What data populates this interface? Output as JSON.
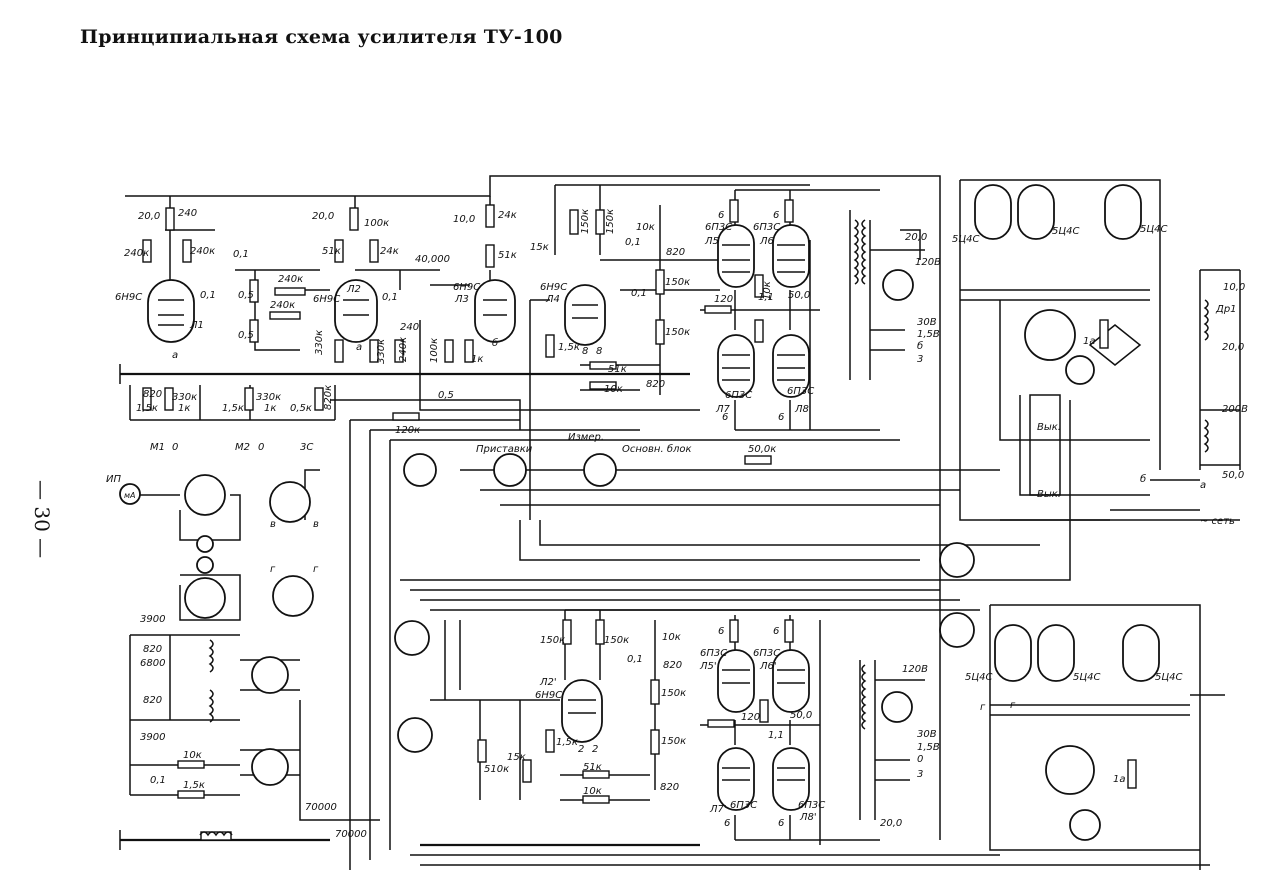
{
  "title": "Принципиальная схема усилителя ТУ-100",
  "page_number": "— 30 —",
  "labels": {
    "upper_left": [
      "20,0",
      "240",
      "240к",
      "240к",
      "6Н9С",
      "Л1",
      "а",
      "0,1",
      "0,1",
      "0,5",
      "0,5",
      "240к",
      "240к",
      "820",
      "1,5к",
      "330к",
      "1к",
      "М1",
      "0"
    ],
    "upper_mid": [
      "20,0",
      "100к",
      "51к",
      "24к",
      "Л2",
      "6Н9С",
      "а",
      "0,1",
      "330к",
      "330к",
      "240",
      "240к",
      "40,000",
      "1,5к",
      "330к",
      "1к",
      "М2",
      "0",
      "0,5к",
      "820к",
      "3С"
    ],
    "upper_stage3": [
      "10,0",
      "24к",
      "51к",
      "6Н9С",
      "Л3",
      "100к",
      "1к",
      "б",
      "0,5",
      "120к"
    ],
    "upper_driver": [
      "15к",
      "150к",
      "150к",
      "10к",
      "0,1",
      "820",
      "6Н9С",
      "Л4",
      "150к",
      "150к",
      "1,5к",
      "8",
      "8",
      "51к",
      "10к",
      "820",
      "0,1"
    ],
    "upper_output": [
      "6",
      "6",
      "6П3С",
      "6П3С",
      "Л5",
      "Л6",
      "120",
      "10к",
      "1,1",
      "50,0",
      "6П3С",
      "6П3С",
      "Л7",
      "Л8",
      "6",
      "6"
    ],
    "upper_transformer": [
      "20,0",
      "120В",
      "30В",
      "1,5В",
      "б",
      "3"
    ],
    "upper_power": [
      "5Ц4С",
      "5Ц4С",
      "5Ц4С",
      "10,0",
      "Др1",
      "20,0",
      "1а",
      "200В",
      "50,0",
      "а",
      "б",
      "Вык.",
      "Вык."
    ],
    "switches": [
      "Приставки",
      "Измер.",
      "Основн. блок",
      "50,0к",
      "~ сеть"
    ],
    "meter": [
      "ИП",
      "мА",
      "в",
      "в",
      "г",
      "г"
    ],
    "lower_left": [
      "3900",
      "820",
      "6800",
      "820",
      "3900",
      "10к",
      "0,1",
      "1,5к",
      "70000",
      "70000"
    ],
    "lower_driver": [
      "150к",
      "150к",
      "10к",
      "Л2'",
      "6Н9С",
      "0,1",
      "820",
      "150к",
      "150к",
      "1,5к",
      "2",
      "2",
      "51к",
      "10к",
      "820",
      "510к",
      "15к"
    ],
    "lower_output": [
      "6",
      "6",
      "6П3С",
      "6П3С",
      "Л5'",
      "Л6'",
      "120",
      "1,1",
      "50,0",
      "6П3С",
      "6П3С",
      "Л7'",
      "Л8'",
      "6",
      "6"
    ],
    "lower_transformer": [
      "120В",
      "30В",
      "1,5В",
      "0",
      "3",
      "20,0"
    ],
    "lower_power": [
      "5Ц4С",
      "5Ц4С",
      "5Ц4С",
      "г",
      "г",
      "1а"
    ]
  }
}
